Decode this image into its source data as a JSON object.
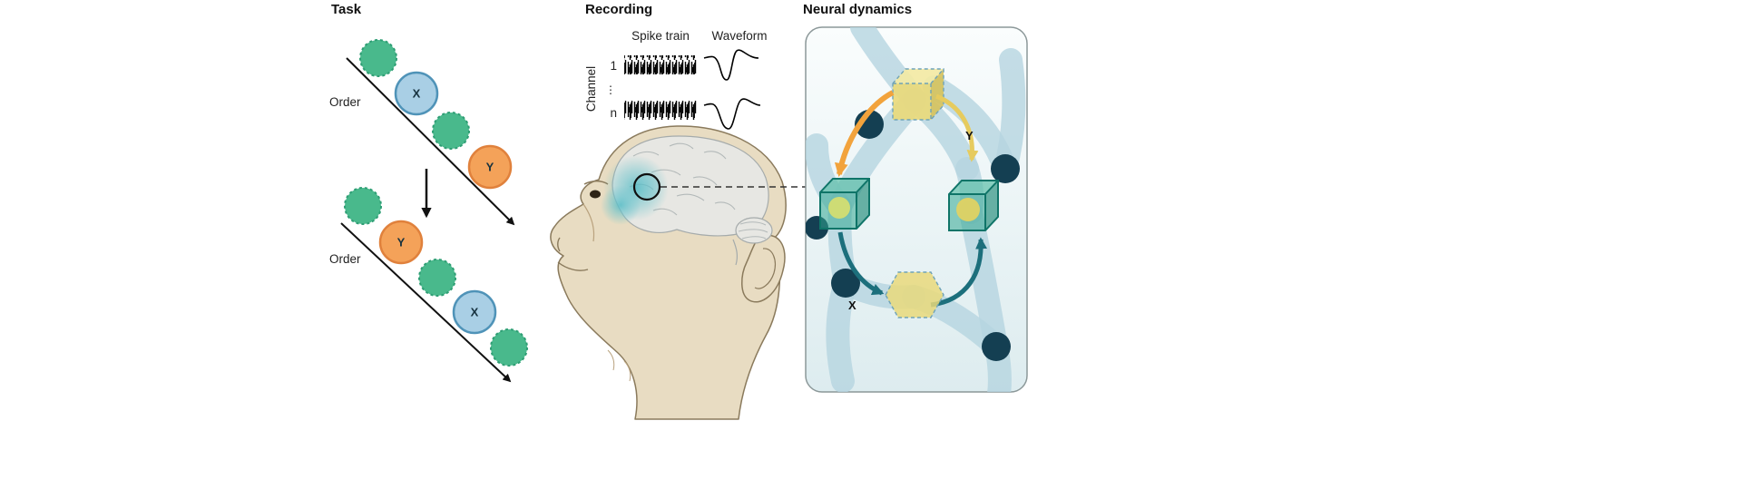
{
  "task": {
    "title": "Task",
    "order_label_top": "Order",
    "order_label_bottom": "Order",
    "seq1_item2_label": "X",
    "seq1_item4_label": "Y",
    "seq2_item2_label": "Y",
    "seq2_item4_label": "X"
  },
  "recording": {
    "title": "Recording",
    "spike_train_label": "Spike train",
    "waveform_label": "Waveform",
    "channel_axis_label": "Channel",
    "channel_first": "1",
    "channel_ellipsis": "⋮",
    "channel_last": "n"
  },
  "neural": {
    "title": "Neural dynamics",
    "state_y_label": "Y",
    "state_x_label": "X"
  },
  "colors": {
    "stimulus_green": "#49b98c",
    "stimulus_green_stroke": "#2e9e74",
    "stimulus_blue": "#a9cfe5",
    "stimulus_blue_stroke": "#4f93b8",
    "stimulus_orange": "#f4a259",
    "stimulus_orange_stroke": "#e0813c",
    "network_band": "#b5d4e0",
    "node_dark": "#143f52",
    "cube_yellow": "#e9d97b",
    "cube_green": "#2fa58f",
    "cube_green_stroke": "#0f7468",
    "arrow_orange": "#f2a33c",
    "arrow_yellow": "#e6cb5e",
    "arrow_teal": "#1c6f7c",
    "monkey_tan": "#e8dcc2",
    "brain_gray": "#e7e7e3",
    "highlight_teal": "#53bcc6"
  }
}
